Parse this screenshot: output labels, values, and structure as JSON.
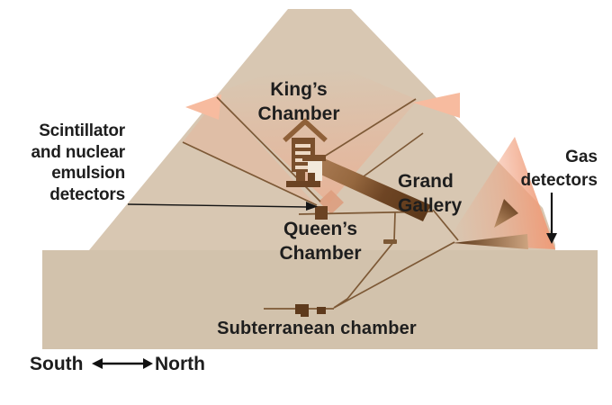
{
  "labels": {
    "scintillator_detectors": {
      "lines": [
        "Scintillator",
        "and nuclear",
        "emulsion",
        "detectors"
      ]
    },
    "kings_chamber": {
      "lines": [
        "King’s",
        "Chamber"
      ]
    },
    "grand_gallery": {
      "lines": [
        "Grand",
        "Gallery"
      ]
    },
    "queens_chamber": {
      "lines": [
        "Queen’s",
        "Chamber"
      ]
    },
    "subterranean_chamber": {
      "text": "Subterranean chamber"
    },
    "gas_detectors": {
      "lines": [
        "Gas",
        "detectors"
      ]
    },
    "compass": {
      "south": "South",
      "north": "North"
    }
  },
  "colors": {
    "pyramid": "#d8c7b2",
    "ground": "#d2c2ac",
    "cone_salmon": "#f2a585",
    "cone_highlight": "#f8bda2",
    "passage_brown_dark": "#6b4323",
    "passage_brown_mid": "#8a5c38",
    "passage_line": "#7d5936",
    "text": "#1e1e1e"
  }
}
